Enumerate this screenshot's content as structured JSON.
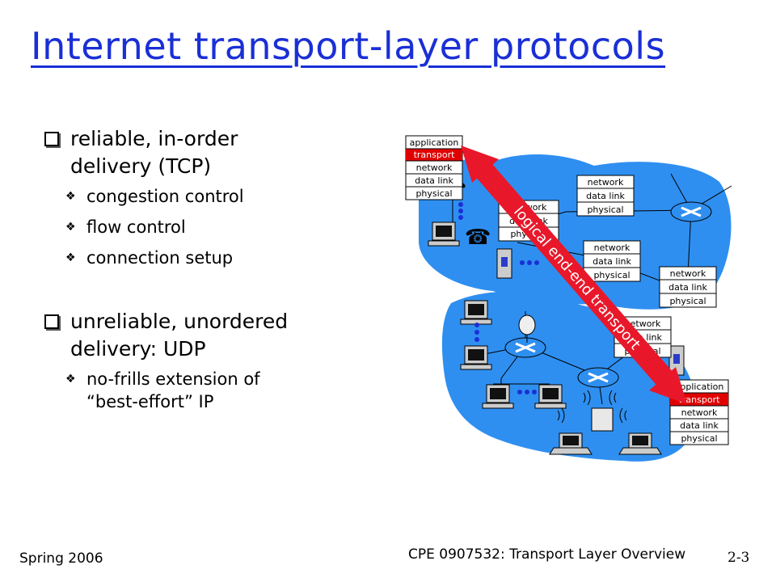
{
  "title": "Internet transport-layer protocols",
  "bullets": [
    {
      "text": "reliable, in-order delivery (TCP)",
      "lines": [
        "reliable, in-order",
        "delivery (TCP)"
      ],
      "subs": [
        "congestion control",
        "flow control",
        "connection setup"
      ]
    },
    {
      "text": "unreliable, unordered delivery: UDP",
      "lines": [
        "unreliable, unordered",
        "delivery: UDP"
      ],
      "subs": [
        "no-frills extension of “best-effort” IP"
      ],
      "sub_lines": [
        "no-frills extension of",
        "“best-effort” IP"
      ]
    }
  ],
  "diagram": {
    "arrow_label": "logical end-end transport",
    "host_stack": [
      "application",
      "transport",
      "network",
      "data link",
      "physical"
    ],
    "router_stack": [
      "network",
      "data link",
      "physical"
    ],
    "highlight_layer": "transport",
    "colors": {
      "cloud": "#2f8ff0",
      "highlight": "#e00000",
      "arrow": "#e8182a",
      "title": "#1a2fd6"
    }
  },
  "footer": {
    "left": "Spring 2006",
    "center": "CPE 0907532: Transport Layer Overview",
    "page": "2-3"
  }
}
